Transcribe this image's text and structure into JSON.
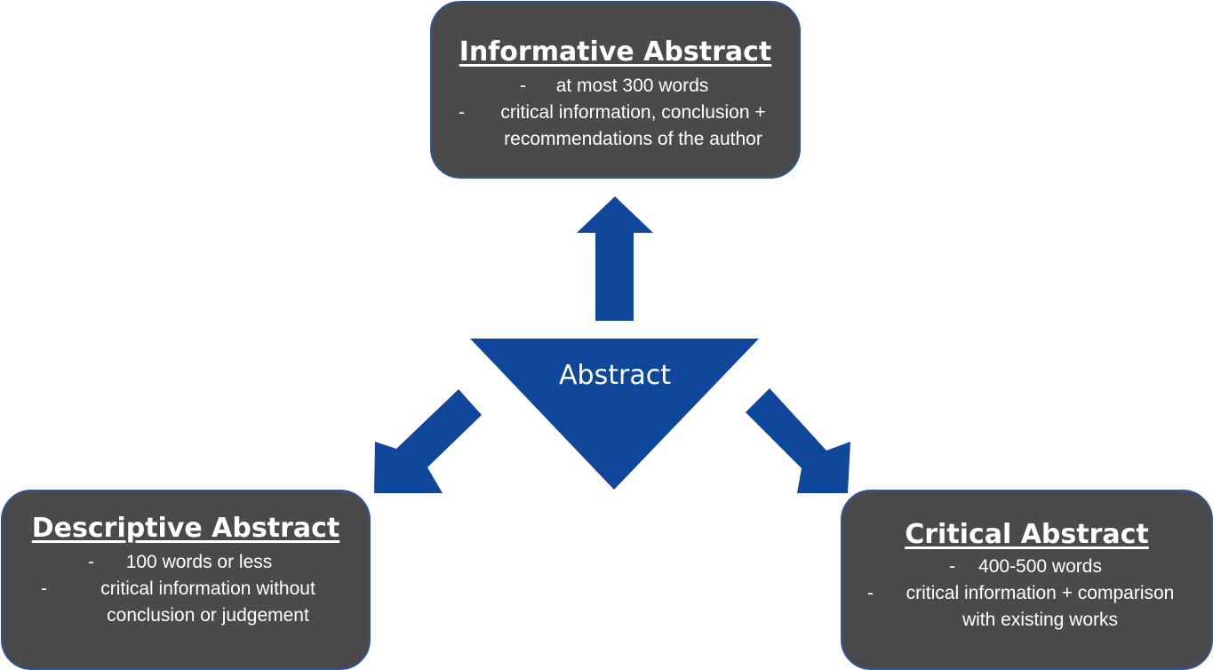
{
  "center": {
    "label": "Abstract",
    "color": "#11479b"
  },
  "boxes": {
    "informative": {
      "title": "Informative Abstract",
      "bullets": [
        {
          "dash": "-",
          "lines": [
            "at most 300 words"
          ]
        },
        {
          "dash": "-",
          "lines": [
            "critical information, conclusion +",
            "recommendations of the author"
          ]
        }
      ]
    },
    "descriptive": {
      "title": "Descriptive Abstract",
      "bullets": [
        {
          "dash": "-",
          "lines": [
            "100 words or less"
          ]
        },
        {
          "dash": "-",
          "lines": [
            "critical information without",
            "conclusion or judgement"
          ]
        }
      ]
    },
    "critical": {
      "title": "Critical Abstract",
      "bullets": [
        {
          "dash": "-",
          "lines": [
            "400-500 words"
          ]
        },
        {
          "dash": "-",
          "lines": [
            "critical information + comparison",
            "with existing works"
          ]
        }
      ]
    }
  },
  "colors": {
    "box_fill": "#4a4a4a",
    "box_border": "#2f5597",
    "arrow_fill": "#11479b",
    "text": "#ffffff"
  }
}
